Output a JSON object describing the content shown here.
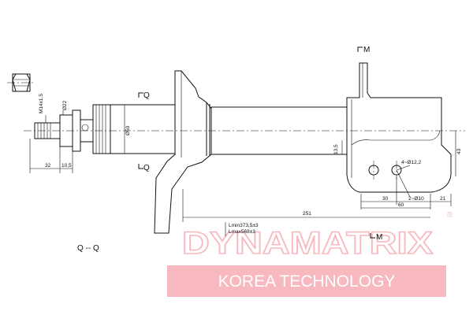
{
  "dimensions": {
    "thread": "M14x1,5",
    "rod_dia": "Ø22",
    "d32": "32",
    "d10_5": "10,5",
    "body_dia": "Ø50",
    "d13_5": "13,5",
    "d43": "43",
    "hole": "4~Ø12,2",
    "d30": "30",
    "d2_10": "2~Ø10",
    "d21": "21",
    "d60": "60",
    "d251": "251",
    "lmin": "Lmin373,5±3",
    "lmax": "Lmax568±3"
  },
  "section_labels": {
    "q_top": "Q",
    "q_bottom": "Q",
    "m_top": "M",
    "m_bottom": "M",
    "qq": "Q -- Q"
  },
  "watermark": {
    "brand": "DYNAMATRIX",
    "registered": "®",
    "tagline": "KOREA TECHNOLOGY",
    "color": "#e8283a"
  }
}
